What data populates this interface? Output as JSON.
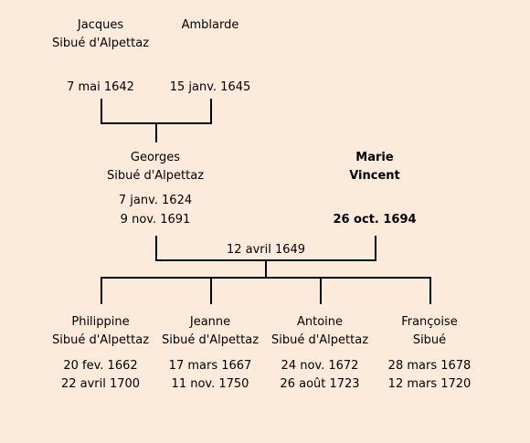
{
  "parents_generation": {
    "father": {
      "given_name": "Jacques",
      "surname": "Sibué d'Alpettaz",
      "date": "7 mai 1642"
    },
    "mother": {
      "given_name": "Amblarde",
      "surname": "",
      "date": "15 janv. 1645"
    }
  },
  "couple": {
    "husband": {
      "given_name": "Georges",
      "surname": "Sibué d'Alpettaz",
      "birth": "7 janv. 1624",
      "death": "9 nov. 1691"
    },
    "wife": {
      "given_name": "Marie",
      "surname": "Vincent",
      "birth": "",
      "death": "26 oct. 1694",
      "highlighted": true
    },
    "marriage_date": "12 avril 1649"
  },
  "children": [
    {
      "given_name": "Philippine",
      "surname": "Sibué d'Alpettaz",
      "birth": "20 fev. 1662",
      "death": "22 avril 1700"
    },
    {
      "given_name": "Jeanne",
      "surname": "Sibué d'Alpettaz",
      "birth": "17 mars 1667",
      "death": "11 nov. 1750"
    },
    {
      "given_name": "Antoine",
      "surname": "Sibué d'Alpettaz",
      "birth": "24 nov. 1672",
      "death": "26 août 1723"
    },
    {
      "given_name": "Françoise",
      "surname": "Sibué",
      "birth": "28 mars 1678",
      "death": "12 mars 1720"
    }
  ],
  "colors": {
    "background": "#fceadb",
    "line": "#000000"
  }
}
